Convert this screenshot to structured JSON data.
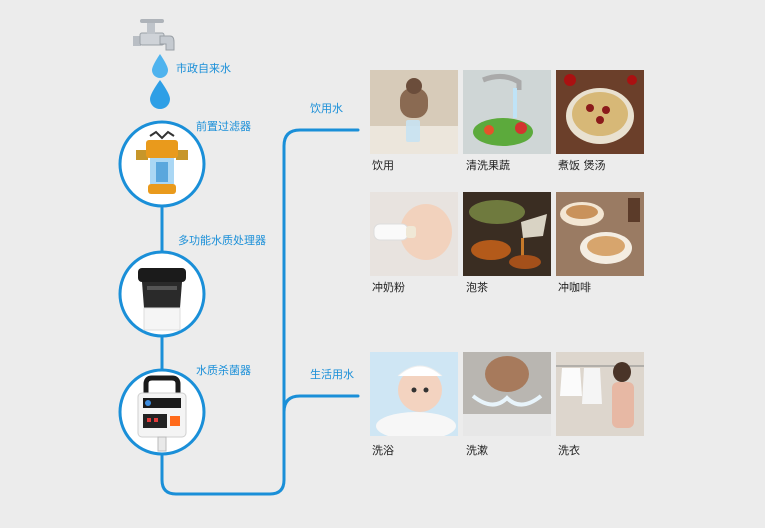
{
  "stages": {
    "source": "市政自来水",
    "prefilter": "前置过滤器",
    "processor": "多功能水质处理器",
    "sterilizer": "水质杀菌器"
  },
  "branches": {
    "drinking": "饮用水",
    "domestic": "生活用水"
  },
  "uses": {
    "drinking": [
      "饮用",
      "清洗果蔬",
      "煮饭 煲汤"
    ],
    "prepare": [
      "冲奶粉",
      "泡茶",
      "冲咖啡"
    ],
    "domestic": [
      "洗浴",
      "洗漱",
      "洗衣"
    ]
  },
  "colors": {
    "pipe": "#1a8fd8",
    "background": "#ececec"
  },
  "icons": [
    "faucet-icon",
    "water-drop-icon",
    "prefilter-icon",
    "processor-icon",
    "sterilizer-icon"
  ]
}
